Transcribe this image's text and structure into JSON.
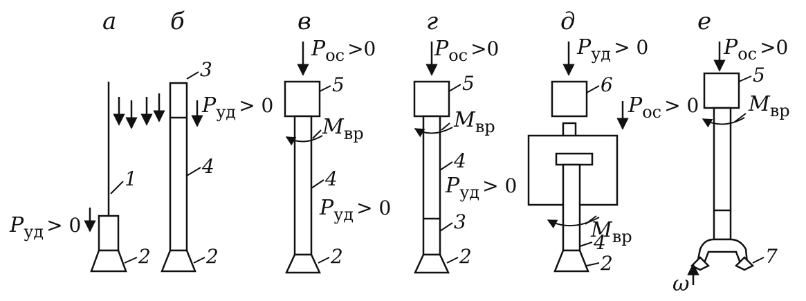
{
  "panels": [
    {
      "letter": "а"
    },
    {
      "letter": "б"
    },
    {
      "letter": "в"
    },
    {
      "letter": "г"
    },
    {
      "letter": "д"
    },
    {
      "letter": "е"
    }
  ],
  "part_numbers": {
    "one": "1",
    "two": "2",
    "three": "3",
    "four": "4",
    "five": "5",
    "six": "6",
    "seven": "7"
  },
  "forces": {
    "p_symbol": "P",
    "impact_sub": "уд",
    "axial_sub": "ос",
    "relation": ">0",
    "relation_spaced": "> 0",
    "m_symbol": "M",
    "torque_sub": "вр",
    "omega": "ω"
  }
}
